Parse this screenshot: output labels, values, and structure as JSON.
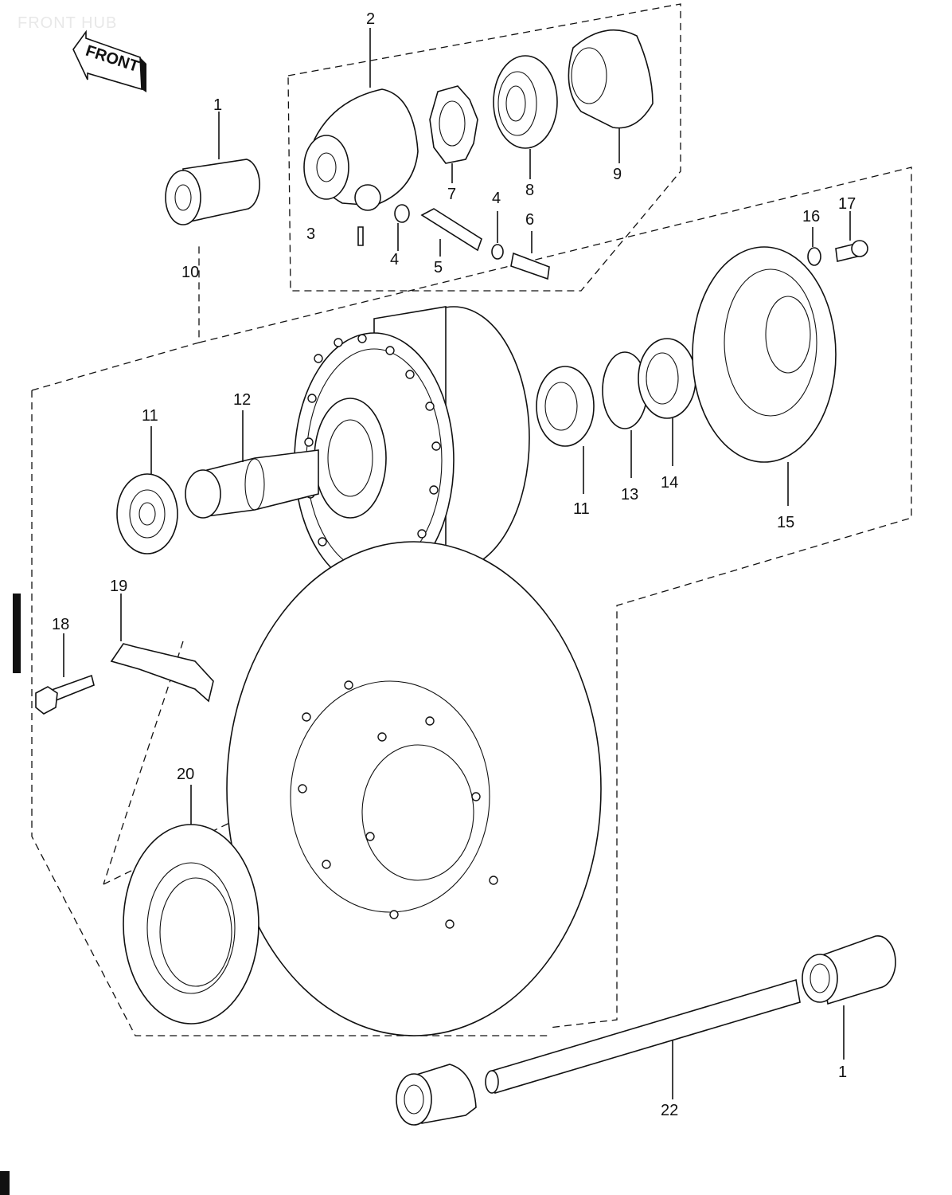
{
  "title": "FRONT HUB",
  "orientation_label": "FRONT",
  "callouts": [
    {
      "id": "c2",
      "text": "2"
    },
    {
      "id": "c1a",
      "text": "1"
    },
    {
      "id": "c3",
      "text": "3"
    },
    {
      "id": "c4a",
      "text": "4"
    },
    {
      "id": "c4b",
      "text": "4"
    },
    {
      "id": "c5",
      "text": "5"
    },
    {
      "id": "c6",
      "text": "6"
    },
    {
      "id": "c7",
      "text": "7"
    },
    {
      "id": "c8",
      "text": "8"
    },
    {
      "id": "c9",
      "text": "9"
    },
    {
      "id": "c10",
      "text": "10"
    },
    {
      "id": "c11a",
      "text": "11"
    },
    {
      "id": "c11b",
      "text": "11"
    },
    {
      "id": "c12",
      "text": "12"
    },
    {
      "id": "c13",
      "text": "13"
    },
    {
      "id": "c14",
      "text": "14"
    },
    {
      "id": "c15",
      "text": "15"
    },
    {
      "id": "c16",
      "text": "16"
    },
    {
      "id": "c17",
      "text": "17"
    },
    {
      "id": "c18",
      "text": "18"
    },
    {
      "id": "c19",
      "text": "19"
    },
    {
      "id": "c20",
      "text": "20"
    },
    {
      "id": "c1b",
      "text": "1"
    },
    {
      "id": "c22",
      "text": "22"
    }
  ]
}
